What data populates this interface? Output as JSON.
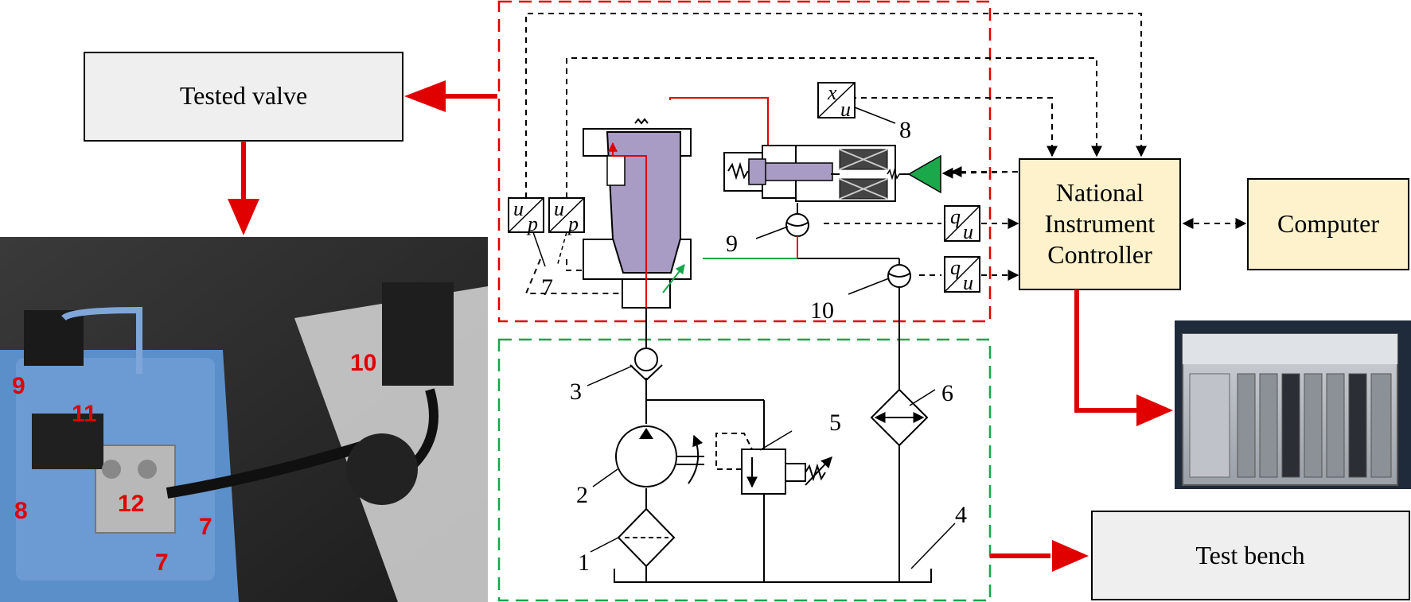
{
  "blocks": {
    "tested_valve": "Tested valve",
    "national_instrument_controller": [
      "National",
      "Instrument",
      "Controller"
    ],
    "computer": "Computer",
    "test_bench": "Test bench"
  },
  "sensors": {
    "x_over_u": {
      "top": "x",
      "bottom": "u"
    },
    "u_over_p": {
      "top": "u",
      "bottom": "p"
    },
    "q_over_u": {
      "top": "q",
      "bottom": "u"
    }
  },
  "component_labels": [
    "1",
    "2",
    "3",
    "4",
    "5",
    "6",
    "7",
    "8",
    "9",
    "10"
  ],
  "photo_labels": [
    "9",
    "11",
    "10",
    "8",
    "12",
    "7",
    "7"
  ],
  "colors": {
    "red_group": "#e00000",
    "green_group": "#17a64a",
    "block_gray": "#efefef",
    "block_cream": "#fdf2cc",
    "valve_purple": "#a89bc4",
    "amplifier_green": "#1aa84a"
  },
  "icons": [
    "photo-test-rig",
    "photo-ni-chassis",
    "solenoid-icon",
    "pump-icon",
    "filter-icon",
    "cooler-icon",
    "check-valve-icon",
    "relief-valve-icon",
    "flow-sensor-icon",
    "amplifier-icon"
  ]
}
